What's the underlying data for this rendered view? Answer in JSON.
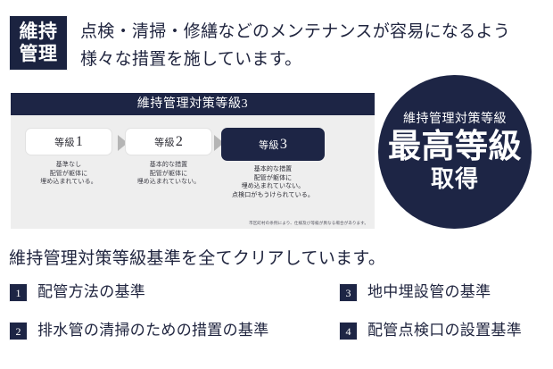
{
  "header": {
    "logo_line1": "維持",
    "logo_line2": "管理",
    "copy_line1": "点検・清掃・修繕などのメンテナンスが容易になるよう",
    "copy_line2": "様々な措置を施しています。"
  },
  "diagram": {
    "title": "維持管理対策等級3",
    "grades": [
      {
        "label": "等級",
        "number": "1",
        "desc_line1": "基準なし",
        "desc_line2": "配管が躯体に",
        "desc_line3": "埋め込まれている。",
        "desc_line4": ""
      },
      {
        "label": "等級",
        "number": "2",
        "desc_line1": "基本的な措置",
        "desc_line2": "配管が躯体に",
        "desc_line3": "埋め込まれていない。",
        "desc_line4": ""
      },
      {
        "label": "等級",
        "number": "3",
        "desc_line1": "基本的な措置",
        "desc_line2": "配管が躯体に",
        "desc_line3": "埋め込まれていない。",
        "desc_line4": "点検口がもうけられている。"
      }
    ],
    "note": "市区町村の条例により、仕様及び等級が異なる場合があります。"
  },
  "badge": {
    "line1": "維持管理対策等級",
    "line2": "最高等級",
    "line3": "取得"
  },
  "bottom": {
    "subheading": "維持管理対策等級基準を全てクリアしています。",
    "items": [
      {
        "number": "1",
        "label": "配管方法の基準"
      },
      {
        "number": "3",
        "label": "地中埋設管の基準"
      },
      {
        "number": "2",
        "label": "排水管の清掃のための措置の基準"
      },
      {
        "number": "4",
        "label": "配管点検口の設置基準"
      }
    ]
  },
  "colors": {
    "navy": "#1d2545",
    "panel_bg": "#eeeeee",
    "arrow": "#b5b5b5"
  }
}
